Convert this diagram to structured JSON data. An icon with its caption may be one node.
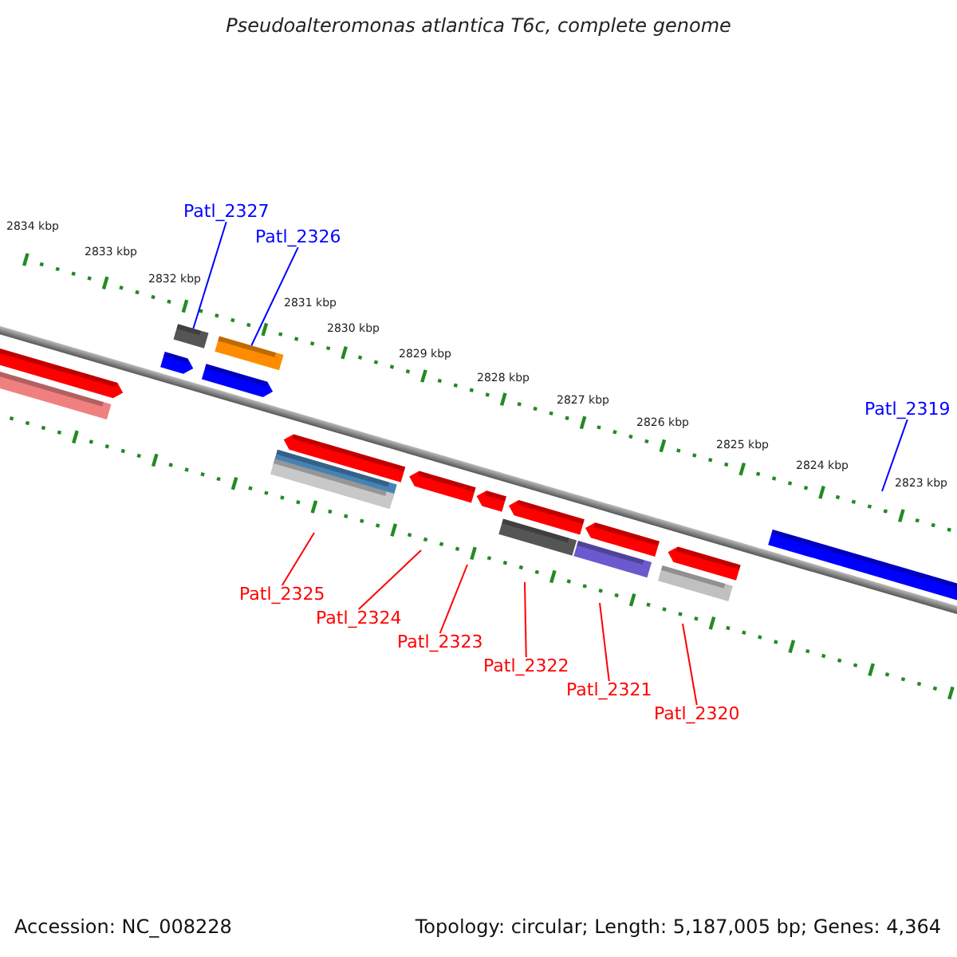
{
  "diagram": {
    "title": "Pseudoalteromonas atlantica T6c, complete genome",
    "nodes": [
      {
        "text": [
          "Patl_2327"
        ]
      },
      {
        "text": [
          "Patl_2326"
        ]
      },
      {
        "text": [
          "Patl_2319"
        ]
      },
      {
        "text": [
          "Patl_2325"
        ]
      },
      {
        "text": [
          "Patl_2324"
        ]
      },
      {
        "text": [
          "Patl_2323"
        ]
      },
      {
        "text": [
          "Patl_2322"
        ]
      },
      {
        "text": [
          "Patl_2321"
        ]
      },
      {
        "text": [
          "Patl_2320"
        ]
      },
      {
        "text": [],
        "shape": "bar"
      },
      {
        "text": [],
        "shape": "bar"
      }
    ],
    "edges": [
      {
        "from": 0,
        "to": 9,
        "arrow": "none",
        "color": "#0000ff"
      },
      {
        "from": 1,
        "to": 10,
        "arrow": "none",
        "color": "#0000ff"
      },
      {
        "from": 2,
        "to": null,
        "arrow": "none",
        "color": "#0000ff"
      },
      {
        "from": 3,
        "to": null,
        "arrow": "none"
      },
      {
        "from": 4,
        "to": null,
        "arrow": "none"
      },
      {
        "from": 5,
        "to": null,
        "arrow": "none"
      },
      {
        "from": 6,
        "to": null,
        "arrow": "none"
      },
      {
        "from": 7,
        "to": null,
        "arrow": "none"
      },
      {
        "from": 8,
        "to": null,
        "arrow": "none"
      }
    ],
    "labels": [
      "2834 kbp",
      "2833 kbp",
      "2832 kbp",
      "2831 kbp",
      "2830 kbp",
      "2829 kbp",
      "2828 kbp",
      "2827 kbp",
      "2826 kbp",
      "2825 kbp",
      "2824 kbp",
      "2823 kbp",
      "Accession: NC_008228",
      "Topology: circular; Length: 5,187,005 bp; Genes: 4,364"
    ]
  }
}
